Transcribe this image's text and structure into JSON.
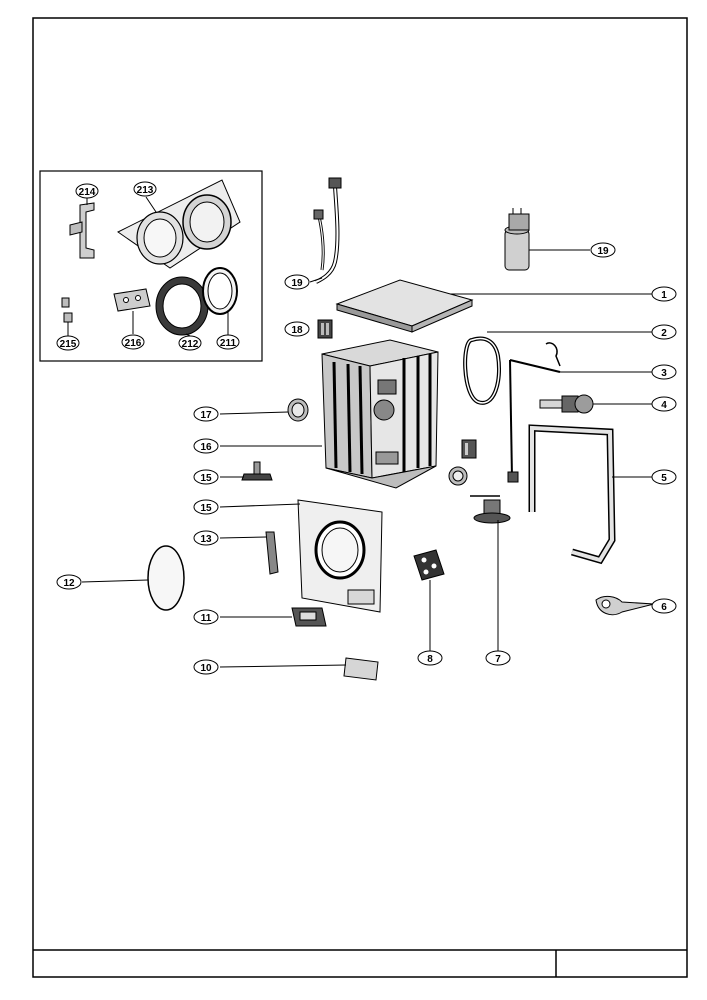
{
  "callouts": {
    "c214": "214",
    "c213": "213",
    "c215": "215",
    "c216": "216",
    "c212": "212",
    "c211": "211",
    "c19a": "19",
    "c19b": "19",
    "c1": "1",
    "c18": "18",
    "c2": "2",
    "c3": "3",
    "c4": "4",
    "c17": "17",
    "c16": "16",
    "c5": "5",
    "c15a": "15",
    "c15b": "15",
    "c13": "13",
    "c12": "12",
    "c11": "11",
    "c6": "6",
    "c8": "8",
    "c7": "7",
    "c10": "10"
  },
  "footer": {
    "left_cell": "",
    "right_cell": ""
  },
  "colors": {
    "line": "#000000",
    "part_fill": "#d6d6d6",
    "part_dark": "#8a8a8a",
    "background": "#ffffff"
  }
}
